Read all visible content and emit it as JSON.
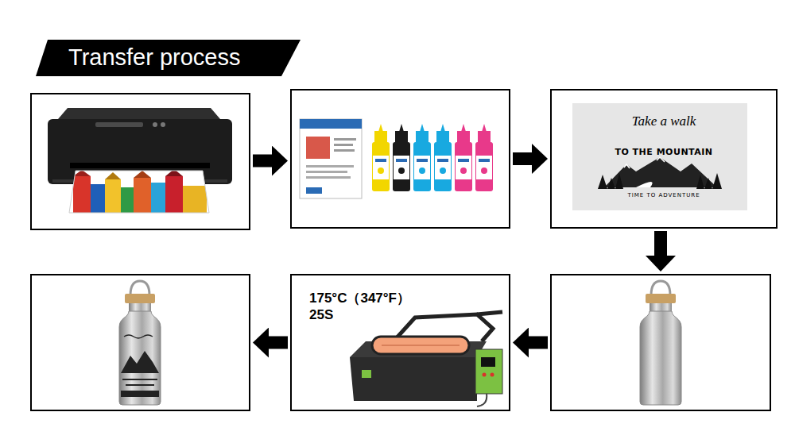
{
  "diagram": {
    "title": "Transfer process",
    "nodes": [
      {
        "text": []
      },
      {
        "text": []
      },
      {
        "text": [
          "Take a walk",
          "TO THE MOUNTAIN",
          "TIME TO ADVENTURE"
        ]
      },
      {
        "text": []
      },
      {
        "text": [
          "175°C（347°F）",
          "25S"
        ]
      },
      {
        "text": []
      }
    ],
    "edges": [
      {
        "from": 0,
        "to": 1,
        "arrow": "to"
      },
      {
        "from": 1,
        "to": 2,
        "arrow": "to"
      },
      {
        "from": 2,
        "to": 3,
        "arrow": "to"
      },
      {
        "from": 3,
        "to": 4,
        "arrow": "to"
      },
      {
        "from": 4,
        "to": 5,
        "arrow": "to"
      }
    ]
  }
}
